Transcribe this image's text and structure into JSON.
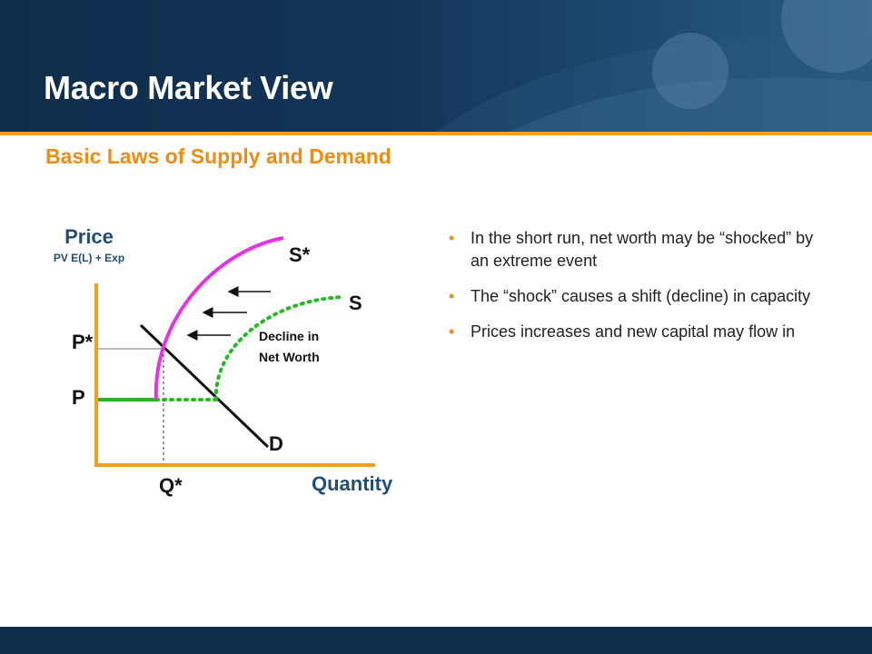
{
  "slide": {
    "title": "Macro Market View",
    "subtitle": "Basic Laws of Supply and Demand"
  },
  "diagram": {
    "y_axis_label": "Price",
    "y_axis_sublabel": "PV E(L) + Exp",
    "x_axis_label": "Quantity",
    "p_star_label": "P*",
    "p_label": "P",
    "q_star_label": "Q*",
    "supply_shifted_label": "S*",
    "supply_label": "S",
    "demand_label": "D",
    "shift_annotation_line1": "Decline in",
    "shift_annotation_line2": "Net Worth"
  },
  "bullets": [
    "In the short run, net worth may be “shocked” by an extreme event",
    "The “shock” causes a shift (decline) in capacity",
    "Prices increases and new capital may flow in"
  ],
  "colors": {
    "header_bg": "#0f2c4c",
    "accent_orange": "#ef8c12",
    "axis_orange": "#f0a01e",
    "supply_shifted": "#e632e6",
    "supply_original": "#22bb22",
    "demand": "#111111"
  }
}
